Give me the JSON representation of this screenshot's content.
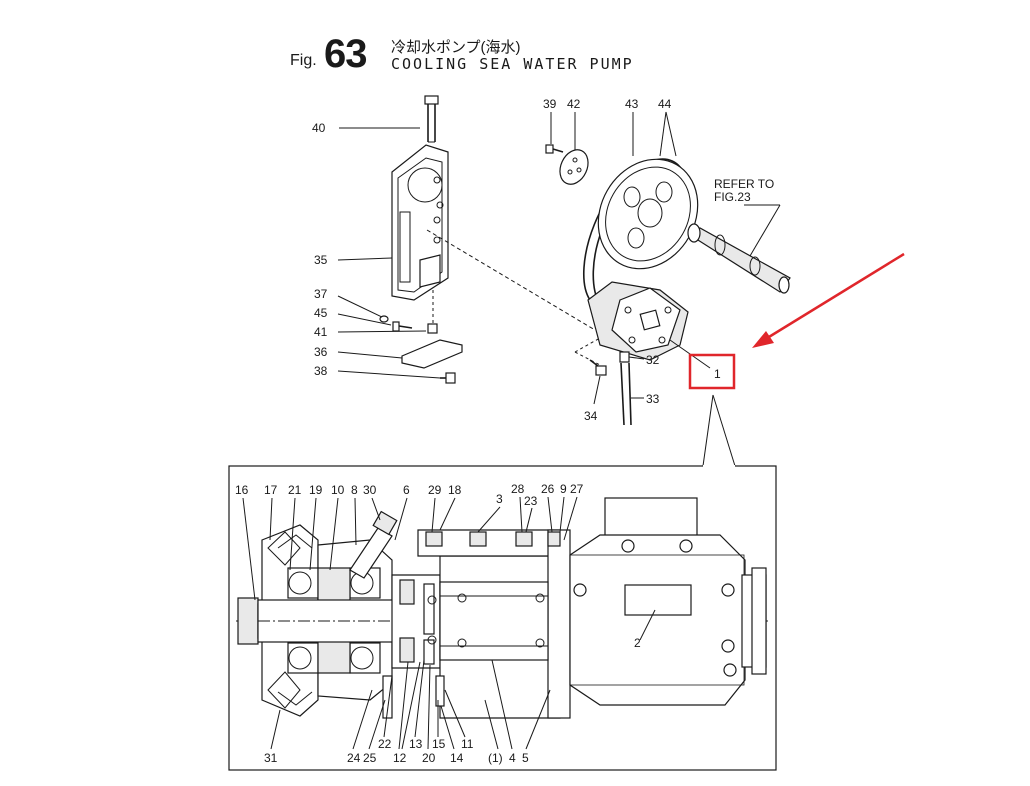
{
  "title": {
    "fig_prefix": "Fig.",
    "fig_number": "63",
    "japanese": "冷却水ポンプ(海水)",
    "english": "COOLING SEA WATER PUMP"
  },
  "refer_note": [
    "REFER TO",
    "FIG.23"
  ],
  "highlight_label": "1",
  "highlight_color": "#e0262b",
  "upper_labels": [
    "40",
    "35",
    "37",
    "45",
    "41",
    "36",
    "38",
    "39",
    "42",
    "43",
    "44",
    "32",
    "33",
    "34"
  ],
  "detail_top_labels": [
    "16",
    "17",
    "21",
    "19",
    "10",
    "8",
    "30",
    "6",
    "29",
    "18",
    "3",
    "28",
    "23",
    "26",
    "9",
    "27"
  ],
  "detail_bottom_labels": [
    "31",
    "24",
    "25",
    "22",
    "12",
    "13",
    "20",
    "15",
    "14",
    "11",
    "(1)",
    "4",
    "5"
  ],
  "detail_side_labels": [
    "2"
  ]
}
